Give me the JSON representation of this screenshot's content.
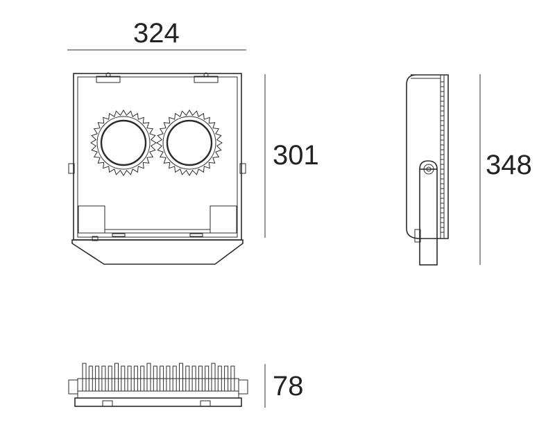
{
  "dimensions": {
    "width": "324",
    "front_height": "301",
    "side_height": "348",
    "depth": "78"
  },
  "views": {
    "front": "front-view",
    "side": "side-view",
    "bottom": "bottom-view"
  }
}
